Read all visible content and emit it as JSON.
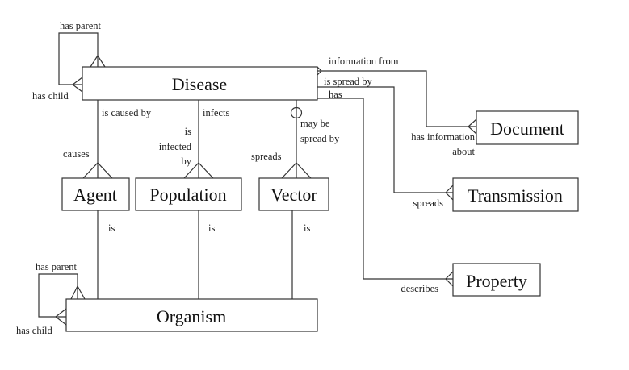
{
  "entities": {
    "disease": "Disease",
    "agent": "Agent",
    "population": "Population",
    "vector": "Vector",
    "organism": "Organism",
    "document": "Document",
    "transmission": "Transmission",
    "property": "Property"
  },
  "relationships": {
    "disease_self": {
      "parent": "has parent",
      "child": "has child"
    },
    "organism_self": {
      "parent": "has parent",
      "child": "has child"
    },
    "disease_agent": {
      "from": "is caused by",
      "to": "causes"
    },
    "disease_population": {
      "from": "infects",
      "to_lines": [
        "is",
        "infected",
        "by"
      ]
    },
    "disease_vector": {
      "from_lines": [
        "may be",
        "spread by"
      ],
      "to": "spreads"
    },
    "agent_organism": "is",
    "population_organism": "is",
    "vector_organism": "is",
    "disease_document": {
      "from": "information from",
      "to_lines": [
        "has information",
        "about"
      ]
    },
    "disease_transmission": {
      "from": "is spread by",
      "to": "spreads"
    },
    "disease_property": {
      "from": "has",
      "to": "describes"
    }
  }
}
